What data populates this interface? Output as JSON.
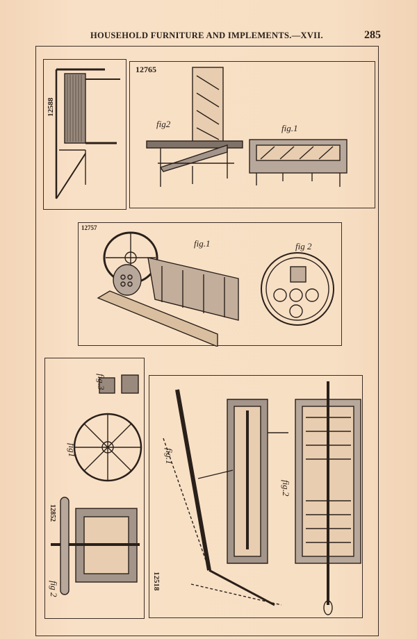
{
  "header": {
    "running_head": "HOUSEHOLD FURNITURE AND IMPLEMENTS.—XVII.",
    "page_number": "285"
  },
  "plates": {
    "p12588": {
      "patent_no": "12588"
    },
    "p12765": {
      "patent_no": "12765",
      "fig_a": "fig2",
      "fig_b": "fig.1"
    },
    "p12757": {
      "patent_no": "12757",
      "fig_a": "fig.1",
      "fig_b": "fig 2"
    },
    "p12852": {
      "patent_no": "12852",
      "fig_a": "fig.3",
      "fig_b": "fig1",
      "fig_c": "fig 2"
    },
    "p12518": {
      "patent_no": "12518",
      "fig_a": "fig.1",
      "fig_b": "fig.2"
    }
  }
}
